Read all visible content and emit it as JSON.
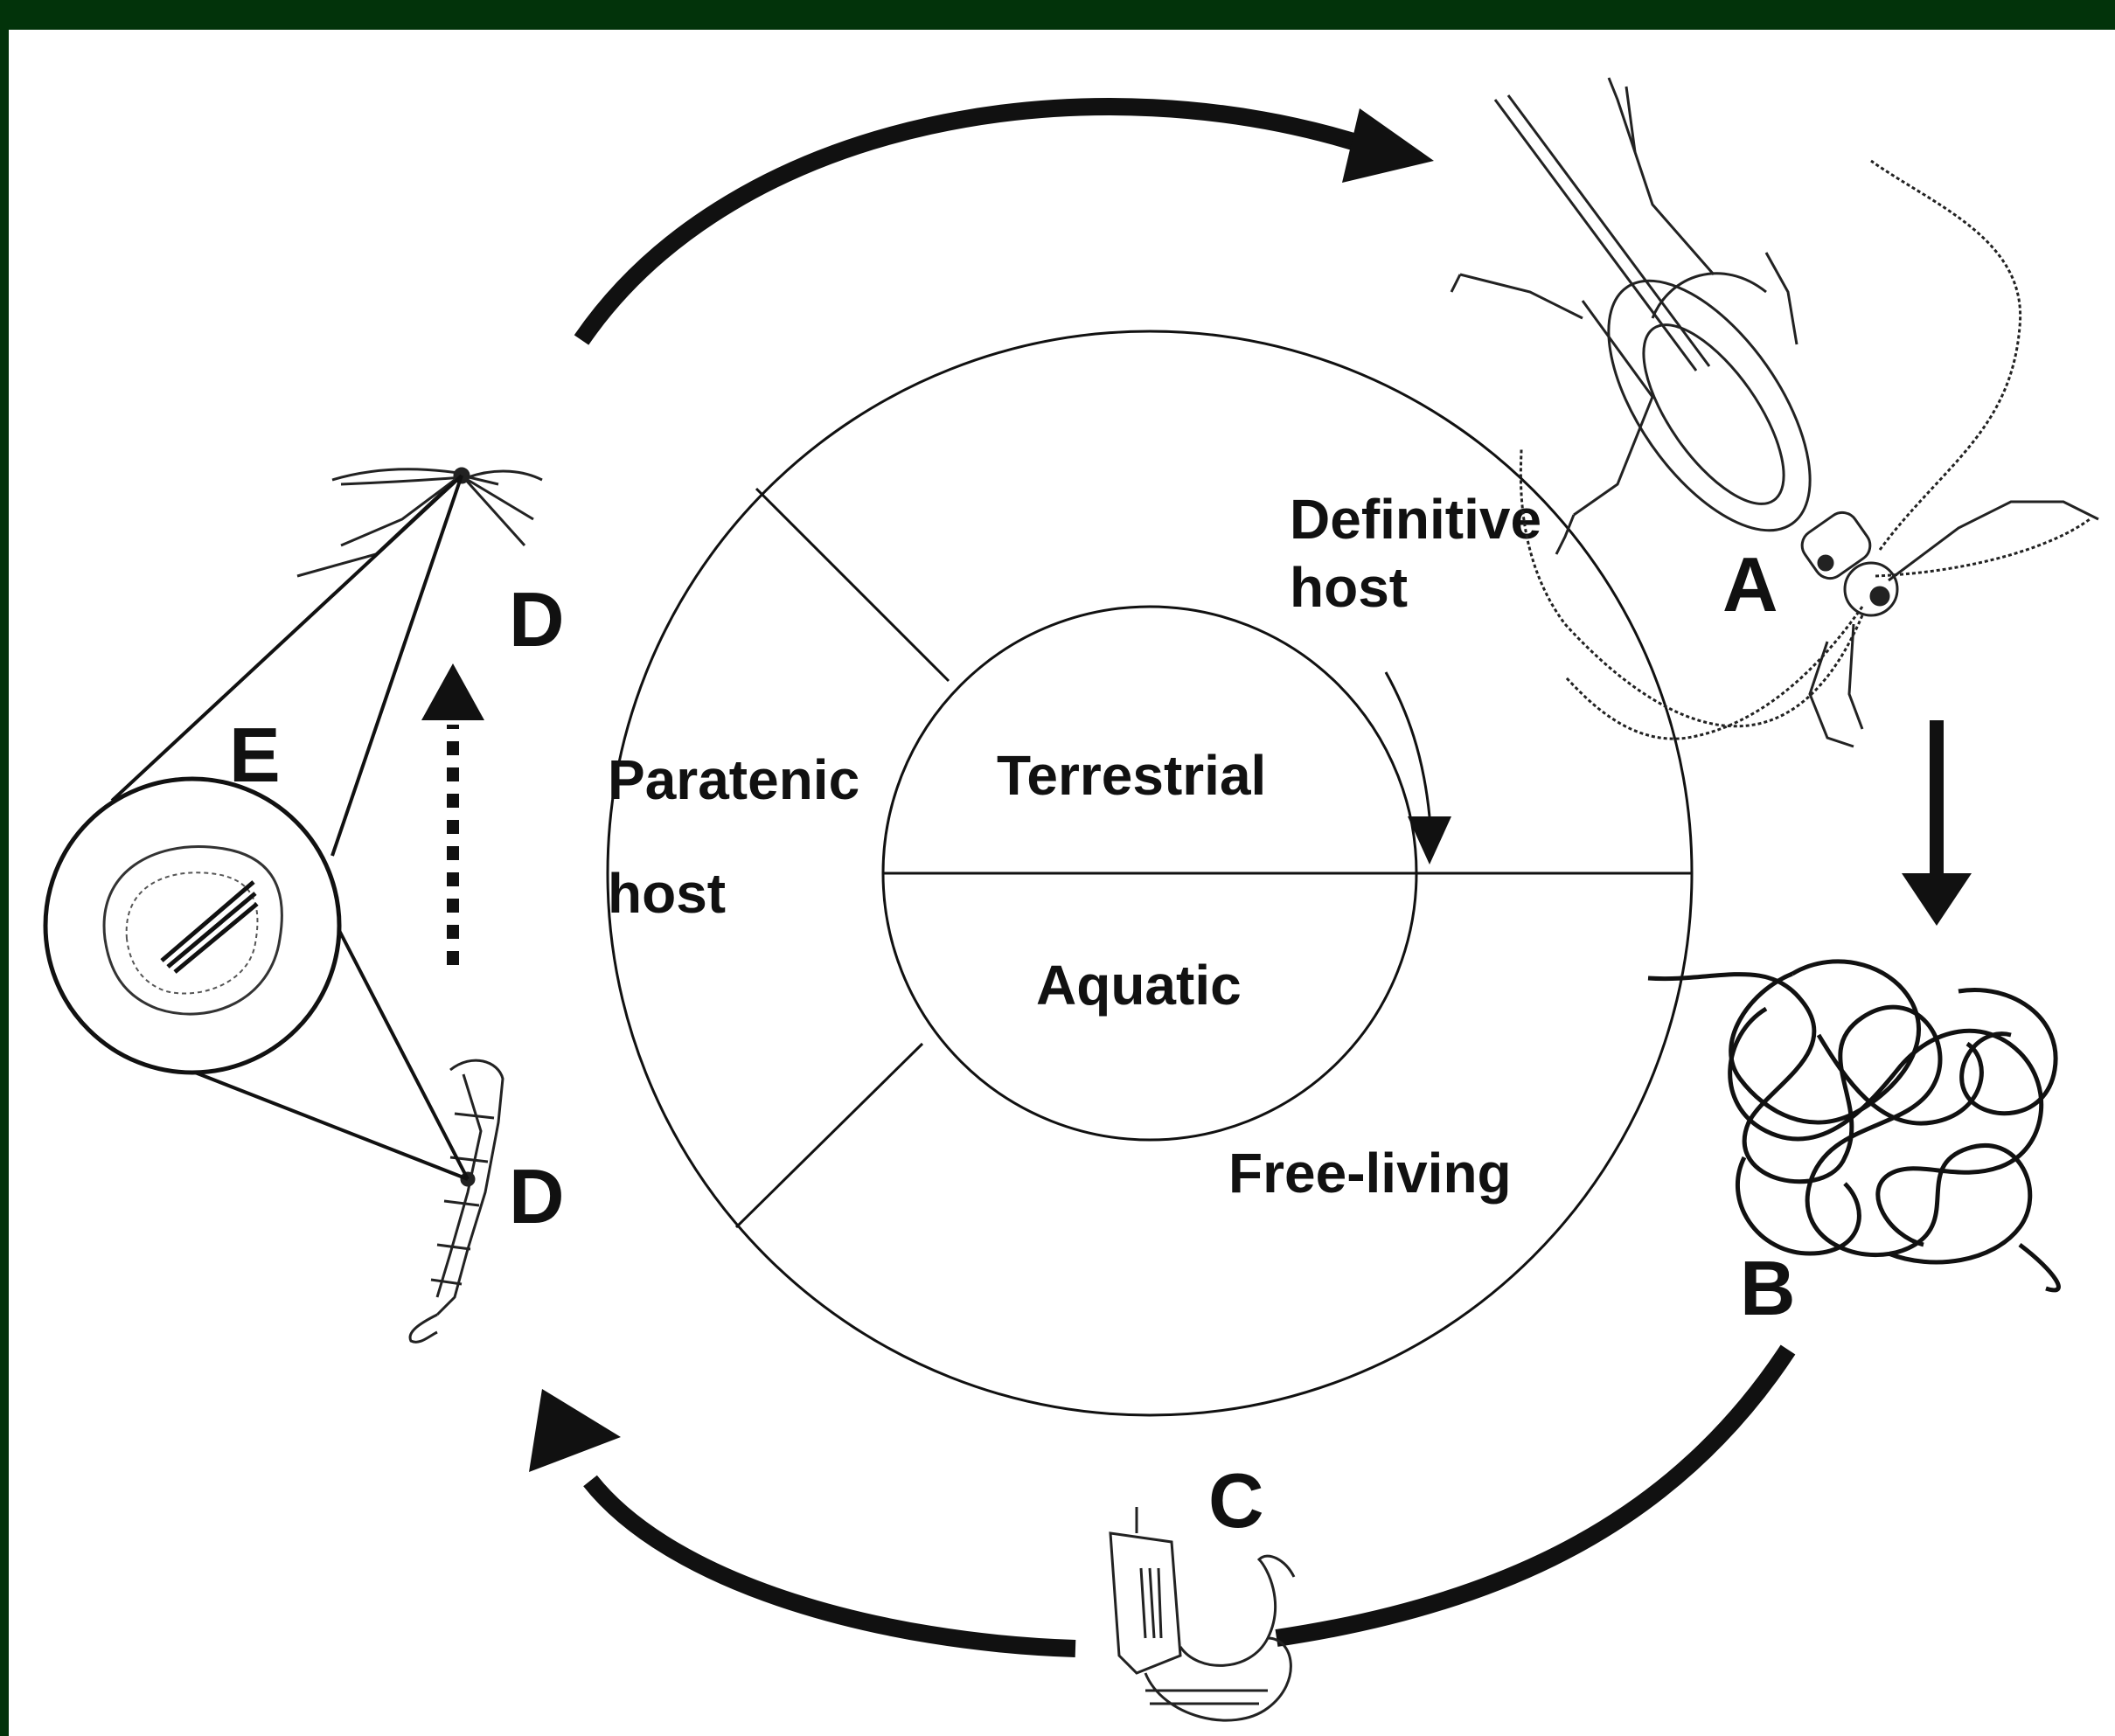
{
  "labels": {
    "definitive_host_line1": "Definitive",
    "definitive_host_line2": "host",
    "paratenic_host_line1": "Paratenic",
    "paratenic_host_line2": "host",
    "terrestrial": "Terrestrial",
    "aquatic": "Aquatic",
    "free_living": "Free-living"
  },
  "stages": {
    "a": "A",
    "b": "B",
    "c": "C",
    "d_adult": "D",
    "d_larva": "D",
    "e": "E"
  },
  "colors": {
    "frame": "#02330a",
    "ink": "#111111",
    "background": "#ffffff"
  },
  "illustrations": [
    "cricket-host",
    "adult-worm-tangle",
    "aquatic-larva-host",
    "mosquito-adult",
    "mosquito-larva",
    "cyst-inset"
  ]
}
